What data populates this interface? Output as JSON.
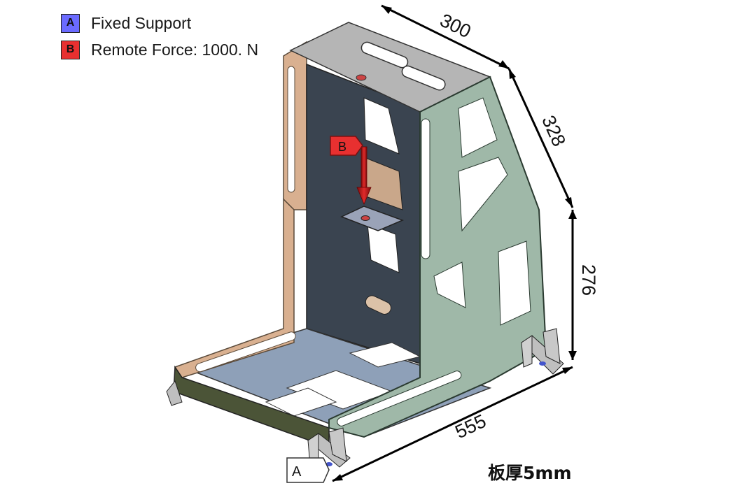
{
  "legend": {
    "items": [
      {
        "badge": "A",
        "label": "Fixed Support",
        "color": "#6b6bff"
      },
      {
        "badge": "B",
        "label": "Remote Force: 1000. N",
        "color": "#e83030"
      }
    ]
  },
  "tags": {
    "force_tag": "B",
    "support_tag": "A"
  },
  "dimensions": {
    "depth": "300",
    "top_width": "328",
    "height": "276",
    "length": "555"
  },
  "thickness_note": "板厚5mm",
  "colors": {
    "frame_face": "#9fb8a8",
    "top_plate": "#b5b5b5",
    "inner_dark": "#3a4450",
    "floor": "#8ea0b8",
    "edge_tan": "#d9b090",
    "front_dark": "#4b5437",
    "force_arrow": "#c01818"
  }
}
